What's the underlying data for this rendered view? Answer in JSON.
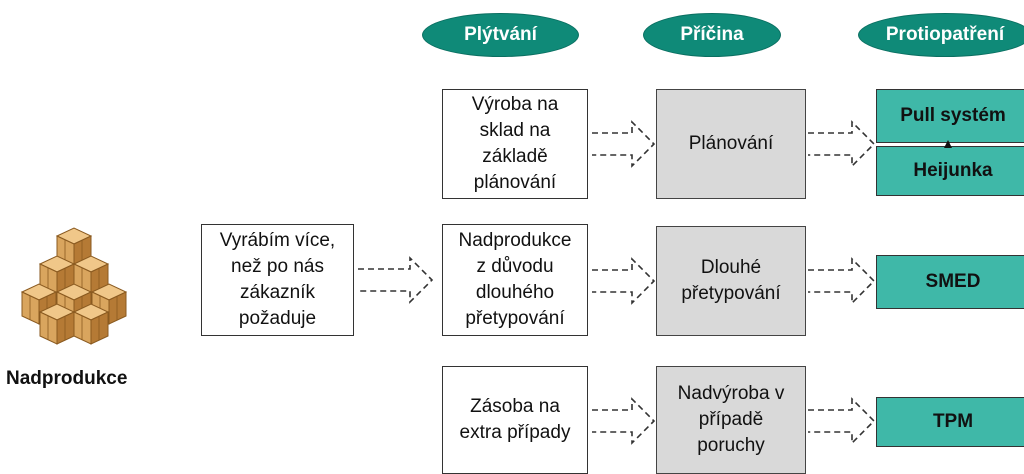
{
  "headers": {
    "waste": "Plýtvání",
    "cause": "Příčina",
    "countermeasure": "Protiopatření"
  },
  "left": {
    "statement": "Vyrábím více,\nnež po nás\nzákazník\npožaduje",
    "icon_label": "Nadprodukce"
  },
  "rows": [
    {
      "waste": "Výroba na\nsklad na\nzákladě\nplánování",
      "cause": "Plánování",
      "countermeasures": [
        "Pull systém",
        "Heijunka"
      ]
    },
    {
      "waste": "Nadprodukce\nz důvodu\ndlouhého\npřetypování",
      "cause": "Dlouhé\npřetypování",
      "countermeasures": [
        "SMED"
      ]
    },
    {
      "waste": "Zásoba na\nextra případy",
      "cause": "Nadvýroba v\npřípadě\nporuchy",
      "countermeasures": [
        "TPM"
      ]
    }
  ],
  "colors": {
    "header": "#0f8a78",
    "countermeasure": "#3fb8a8",
    "cause": "#d9d9d9",
    "box_icon": "#d9a55e"
  }
}
